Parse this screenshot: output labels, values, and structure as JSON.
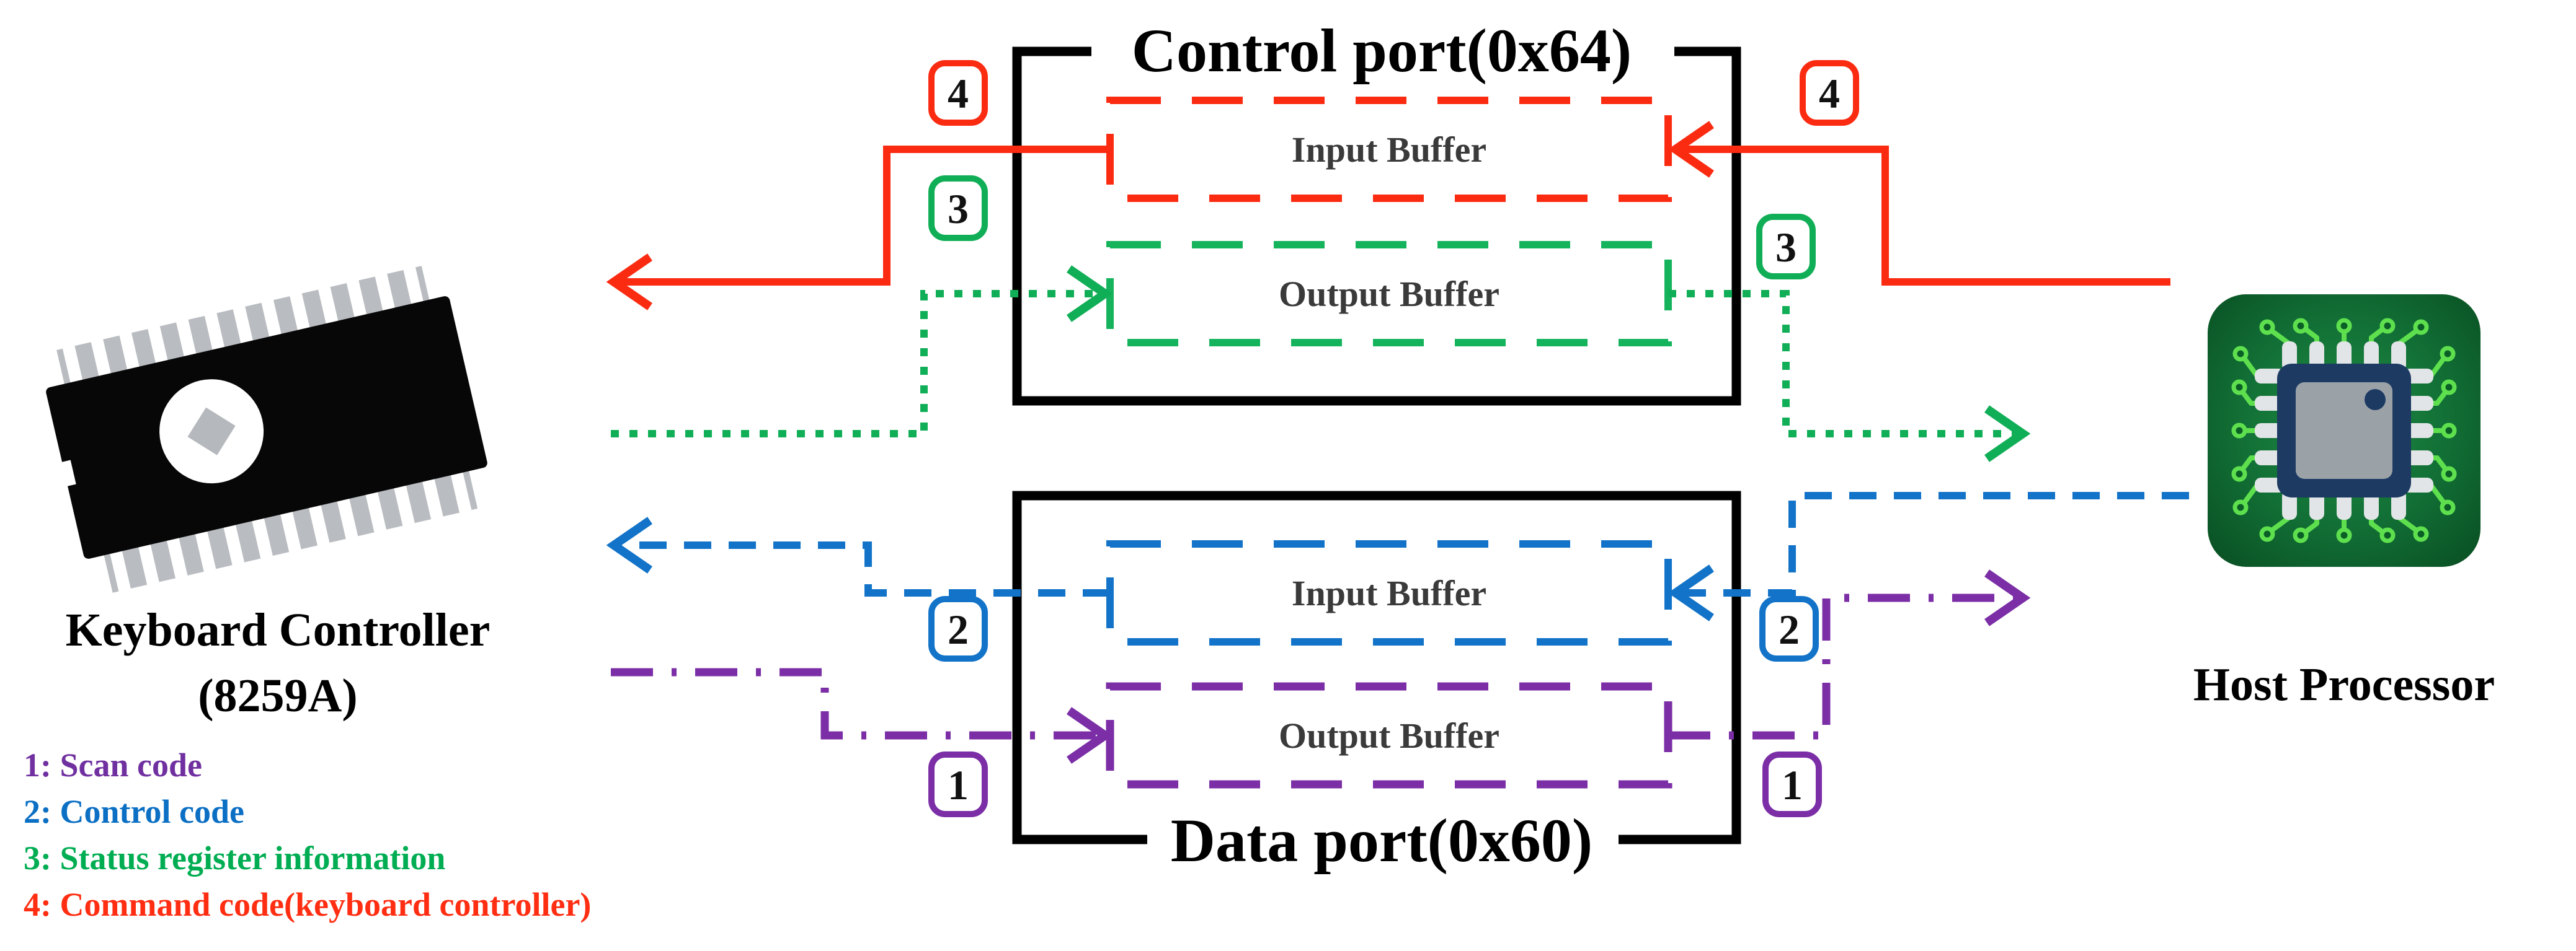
{
  "control_port": {
    "title": "Control port(0x64)",
    "input_buffer_label": "Input Buffer",
    "output_buffer_label": "Output Buffer"
  },
  "data_port": {
    "title": "Data port(0x60)",
    "input_buffer_label": "Input Buffer",
    "output_buffer_label": "Output Buffer"
  },
  "keyboard_controller": {
    "name": "Keyboard Controller",
    "part": "(8259A)",
    "icon": "dip-chip-icon"
  },
  "host_processor": {
    "name": "Host Processor",
    "icon": "cpu-chip-icon"
  },
  "badges": {
    "b1": "1",
    "b2": "2",
    "b3": "3",
    "b4": "4"
  },
  "legend": {
    "item1": {
      "text": "1: Scan code",
      "color": "#7030A0"
    },
    "item2": {
      "text": "2: Control code",
      "color": "#0B6FC4"
    },
    "item3": {
      "text": "3: Status register information",
      "color": "#00AD52"
    },
    "item4": {
      "text": "4: Command code(keyboard controller)",
      "color": "#FF2E12"
    }
  },
  "colors": {
    "scan_code": "#7B2EA6",
    "control_code": "#1273C8",
    "status_register": "#10AE56",
    "command_code": "#FB2B12",
    "box_outline": "#000000",
    "buffer_label": "#3A3A3A"
  }
}
